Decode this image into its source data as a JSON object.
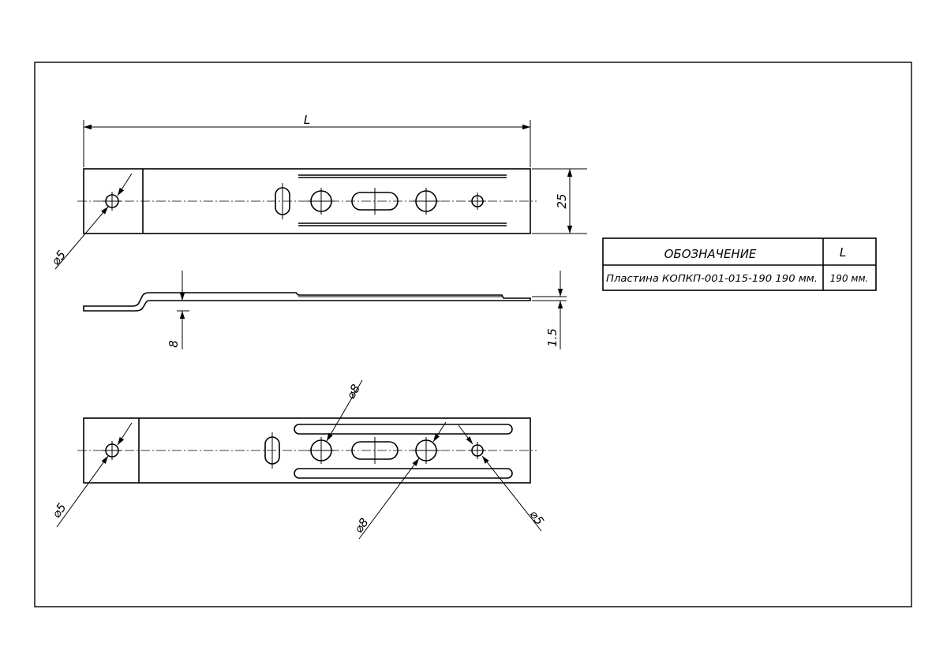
{
  "dimensions": {
    "length": "L",
    "width": "25",
    "offset": "8",
    "thickness": "1.5",
    "hole_small": "⌀5",
    "hole_large": "⌀8"
  },
  "spec_table": {
    "header_designation": "ОБОЗНАЧЕНИЕ",
    "header_length": "L",
    "row_designation": "Пластина КОПКП-001-015-190 190 мм.",
    "row_length": "190 мм."
  }
}
